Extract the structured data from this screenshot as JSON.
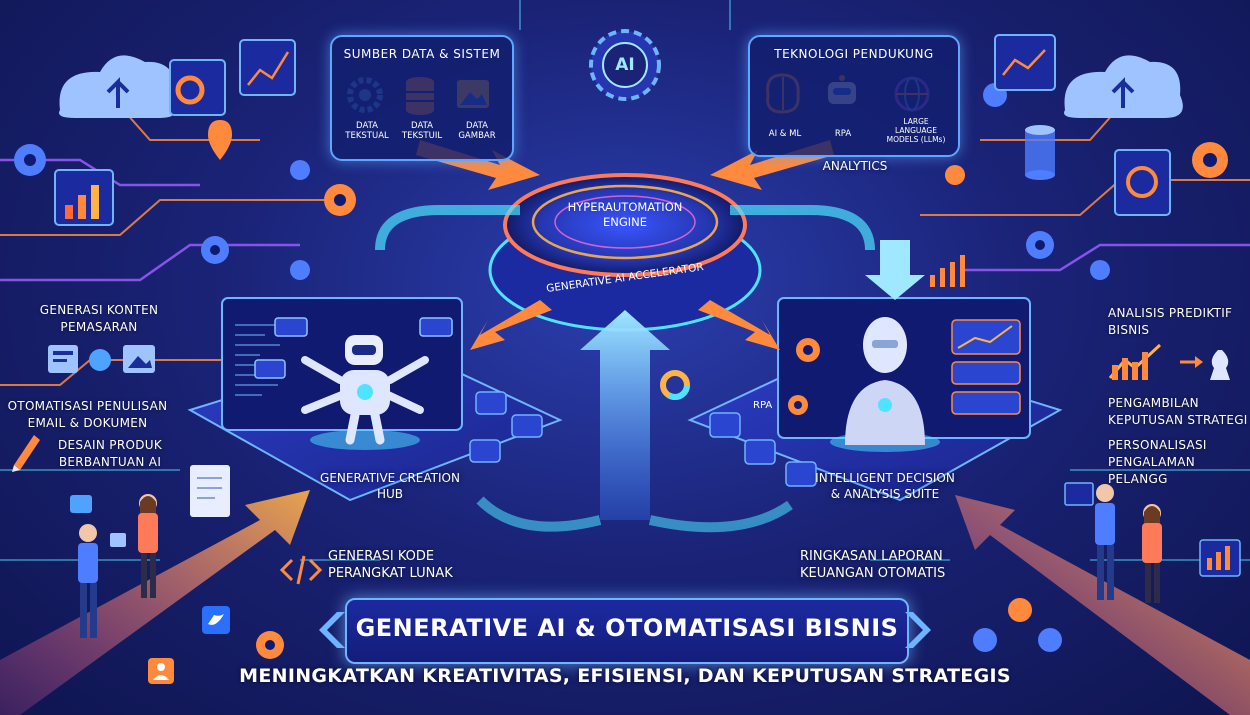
{
  "top_panels": {
    "sources": {
      "title": "SUMBER DATA & SISTEM",
      "items": [
        {
          "label": "DATA\nTEKSTUAL",
          "icon": "gear-icon"
        },
        {
          "label": "DATA\nTEKSTUIL",
          "icon": "database-icon"
        },
        {
          "label": "DATA\nGAMBAR",
          "icon": "image-icon"
        }
      ]
    },
    "tech": {
      "title": "TEKNOLOGI PENDUKUNG",
      "items": [
        {
          "label": "AI & ML",
          "icon": "brain-icon"
        },
        {
          "label": "RPA",
          "icon": "robot-icon"
        },
        {
          "label": "LARGE\nLANGUAGE\nMODELS (LLMs)",
          "icon": "globe-icon"
        }
      ],
      "analytics": "ANALYTICS"
    }
  },
  "ai_badge": "AI",
  "engine": {
    "title": "HYPERAUTOMATION\nENGINE",
    "ring": "GENERATIVE AI ACCELERATOR"
  },
  "hubs": {
    "left": "GENERATIVE CREATION\nHUB",
    "right": "INTELLIGENT DECISION\n& ANALYSIS SUITE",
    "rpa_tag": "RPA"
  },
  "left_labels": [
    "GENERASI KONTEN\nPEMASARAN",
    "OTOMATISASI PENULISAN\nEMAIL & DOKUMEN",
    "DESAIN PRODUK\nBERBANTUAN AI"
  ],
  "right_labels": [
    "ANALISIS PREDIKTIF\nBISNIS",
    "PENGAMBILAN\nKEPUTUSAN STRATEGI",
    "PERSONALISASI\nPENGALAMAN PELANGG"
  ],
  "bottom_left": "GENERASI KODE\nPERANGKAT LUNAK",
  "bottom_right": "RINGKASAN LAPORAN\nKEUANGAN OTOMATIS",
  "banner_title": "GENERATIVE AI & OTOMATISASI BISNIS",
  "subtitle": "MENINGKATKAN KREATIVITAS, EFISIENSI, DAN KEPUTUSAN STRATEGIS",
  "colors": {
    "background": "#1a2377",
    "neon_blue": "#5ea6ff",
    "orange": "#ff8a3d",
    "purple": "#9b5cff",
    "cyan": "#4fe3ff"
  }
}
